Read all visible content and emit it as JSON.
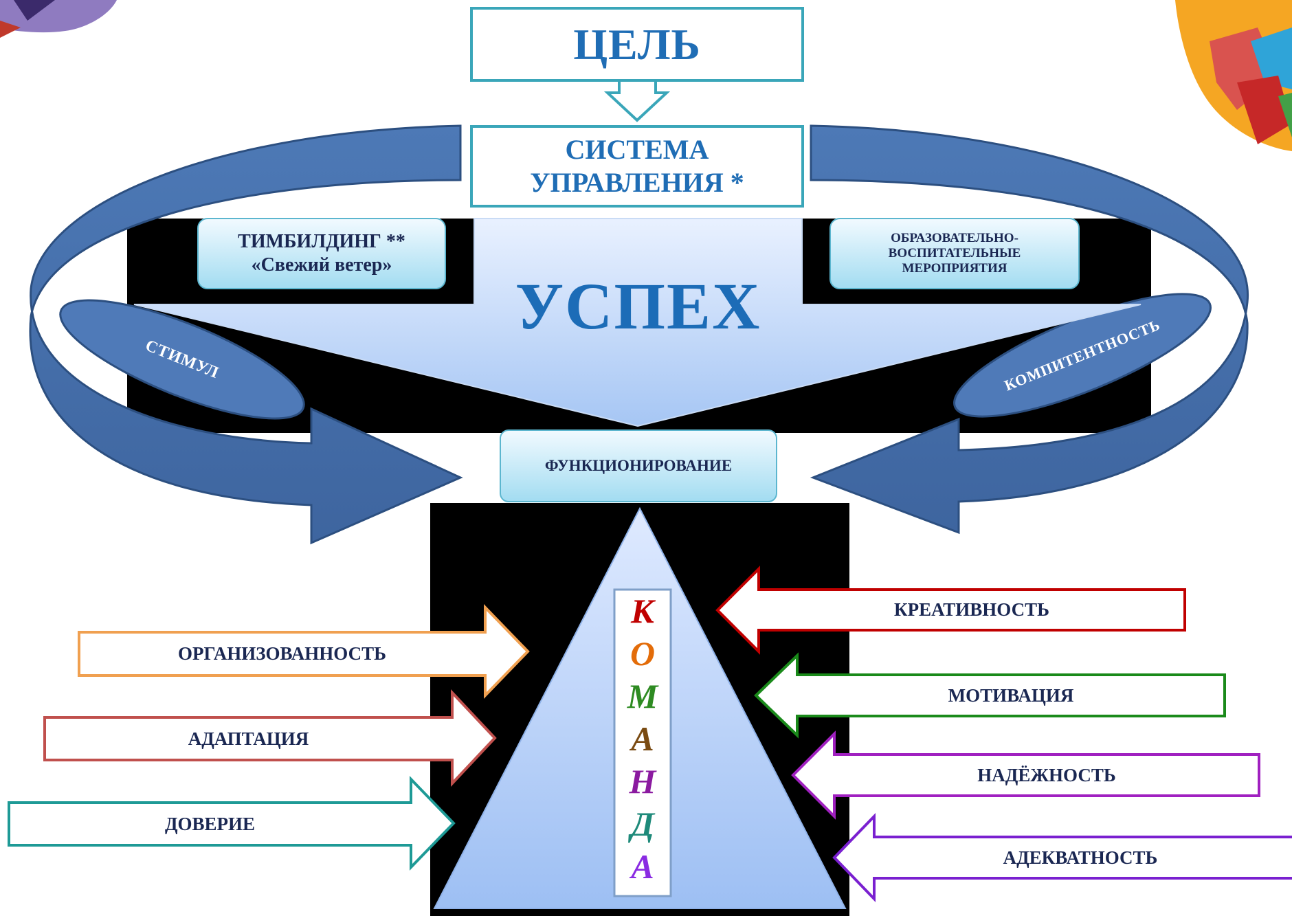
{
  "goal": {
    "text": "ЦЕЛЬ"
  },
  "system": {
    "line1": "СИСТЕМА",
    "line2": "УПРАВЛЕНИЯ *"
  },
  "success": {
    "text": "УСПЕХ"
  },
  "teambuilding": {
    "line1": "ТИМБИЛДИНГ **",
    "line2": "«Свежий ветер»"
  },
  "education": {
    "line1": "ОБРАЗОВАТЕЛЬНО-",
    "line2": "ВОСПИТАТЕЛЬНЫЕ",
    "line3": "МЕРОПРИЯТИЯ"
  },
  "stimulus": {
    "text": "СТИМУЛ"
  },
  "competence": {
    "text": "КОМПИТЕНТНОСТЬ"
  },
  "functioning": {
    "text": "ФУНКЦИОНИРОВАНИЕ"
  },
  "team": {
    "letters": [
      {
        "char": "К",
        "color": "#c00000"
      },
      {
        "char": "О",
        "color": "#e36c09"
      },
      {
        "char": "М",
        "color": "#2e8b22"
      },
      {
        "char": "А",
        "color": "#7a4b12"
      },
      {
        "char": "Н",
        "color": "#8b1aa0"
      },
      {
        "char": "Д",
        "color": "#1e8a7a"
      },
      {
        "char": "А",
        "color": "#8a2be2"
      }
    ]
  },
  "left_arrows": [
    {
      "label": "ОРГАНИЗОВАННОСТЬ",
      "color": "#f0a050"
    },
    {
      "label": "АДАПТАЦИЯ",
      "color": "#c0504d"
    },
    {
      "label": "ДОВЕРИЕ",
      "color": "#1e9a96"
    }
  ],
  "right_arrows": [
    {
      "label": "КРЕАТИВНОСТЬ",
      "color": "#c00000"
    },
    {
      "label": "МОТИВАЦИЯ",
      "color": "#1a8a1a"
    },
    {
      "label": "НАДЁЖНОСТЬ",
      "color": "#a020c0"
    },
    {
      "label": "АДЕКВАТНОСТЬ",
      "color": "#7a20d0"
    }
  ],
  "colors": {
    "cycle_arrow": "#4a74b0",
    "cycle_arrow_edge": "#2c4f80",
    "frame_border": "#3aa6b9",
    "box_fill_top": "#eef7fd",
    "box_fill_bottom": "#9fd9ef",
    "gradient_light": "#e9f1ff",
    "gradient_dark": "#a6c6f4"
  }
}
